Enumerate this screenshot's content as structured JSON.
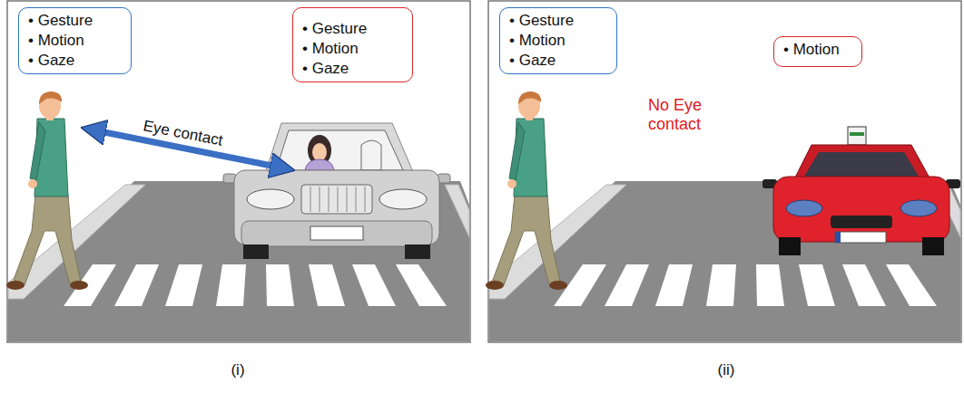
{
  "diagram": {
    "nodes": [
      {
        "text": [
          "• Gesture",
          "• Motion",
          "• Gaze"
        ]
      },
      {
        "text": [
          "• Gesture",
          "• Motion",
          "• Gaze"
        ]
      },
      {
        "text": [
          "• Gesture",
          "• Motion",
          "• Gaze"
        ]
      },
      {
        "text": [
          "• Motion"
        ]
      }
    ],
    "labels": [
      "Eye contact",
      "No Eye contact",
      "(i)",
      "(ii)"
    ]
  }
}
